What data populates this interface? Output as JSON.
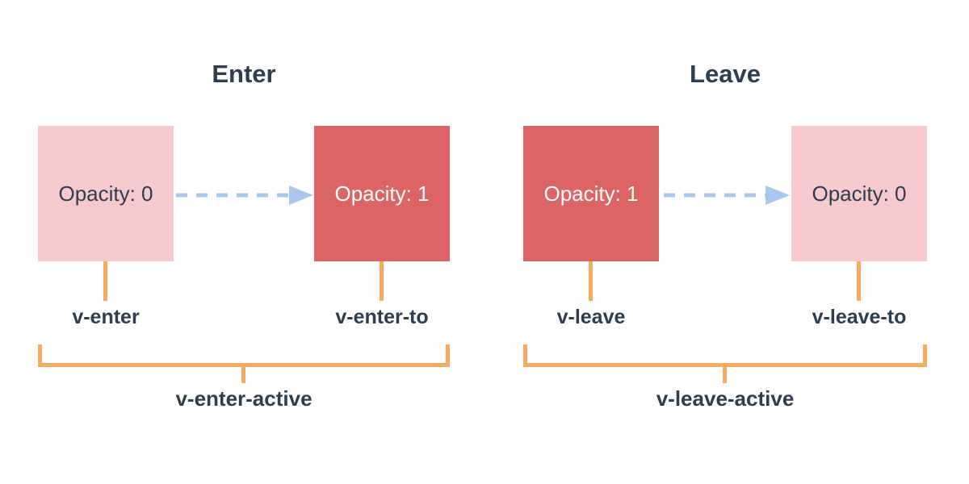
{
  "colors": {
    "pink": "#f5cacd",
    "red": "#dc6464",
    "orange": "#f7ab5e",
    "blue": "#a9c7ec",
    "dark": "#2c3e50",
    "background": "#ffffff",
    "box_text_light": "#ffffff"
  },
  "sections": [
    {
      "title": "Enter",
      "from_box": {
        "label": "Opacity: 0",
        "style": "pink"
      },
      "to_box": {
        "label": "Opacity: 1",
        "style": "red"
      },
      "from_class": "v-enter",
      "to_class": "v-enter-to",
      "active_class": "v-enter-active"
    },
    {
      "title": "Leave",
      "from_box": {
        "label": "Opacity: 1",
        "style": "red"
      },
      "to_box": {
        "label": "Opacity: 0",
        "style": "pink"
      },
      "from_class": "v-leave",
      "to_class": "v-leave-to",
      "active_class": "v-leave-active"
    }
  ]
}
